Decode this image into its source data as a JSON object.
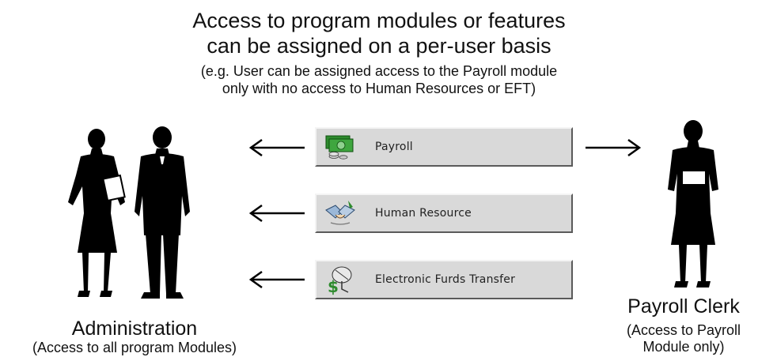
{
  "header": {
    "title_line1": "Access to program modules or features",
    "title_line2": "can be assigned on a per-user basis",
    "subtitle_line1": "(e.g. User can be assigned access to the Payroll module",
    "subtitle_line2": "only with no access to Human Resources or EFT)"
  },
  "modules": [
    {
      "label": "Payroll",
      "icon": "money-icon"
    },
    {
      "label": "Human Resource",
      "icon": "handshake-icon"
    },
    {
      "label": "Electronic Furds Transfer",
      "icon": "satellite-dollar-icon"
    }
  ],
  "left_group": {
    "title": "Administration",
    "note": "(Access to all program Modules)"
  },
  "right_person": {
    "title": "Payroll Clerk",
    "note_line1": "(Access to Payroll",
    "note_line2": "Module only)"
  },
  "colors": {
    "button_face": "#d9d9d9",
    "silhouette": "#000000",
    "money_green": "#2e8b2e"
  }
}
